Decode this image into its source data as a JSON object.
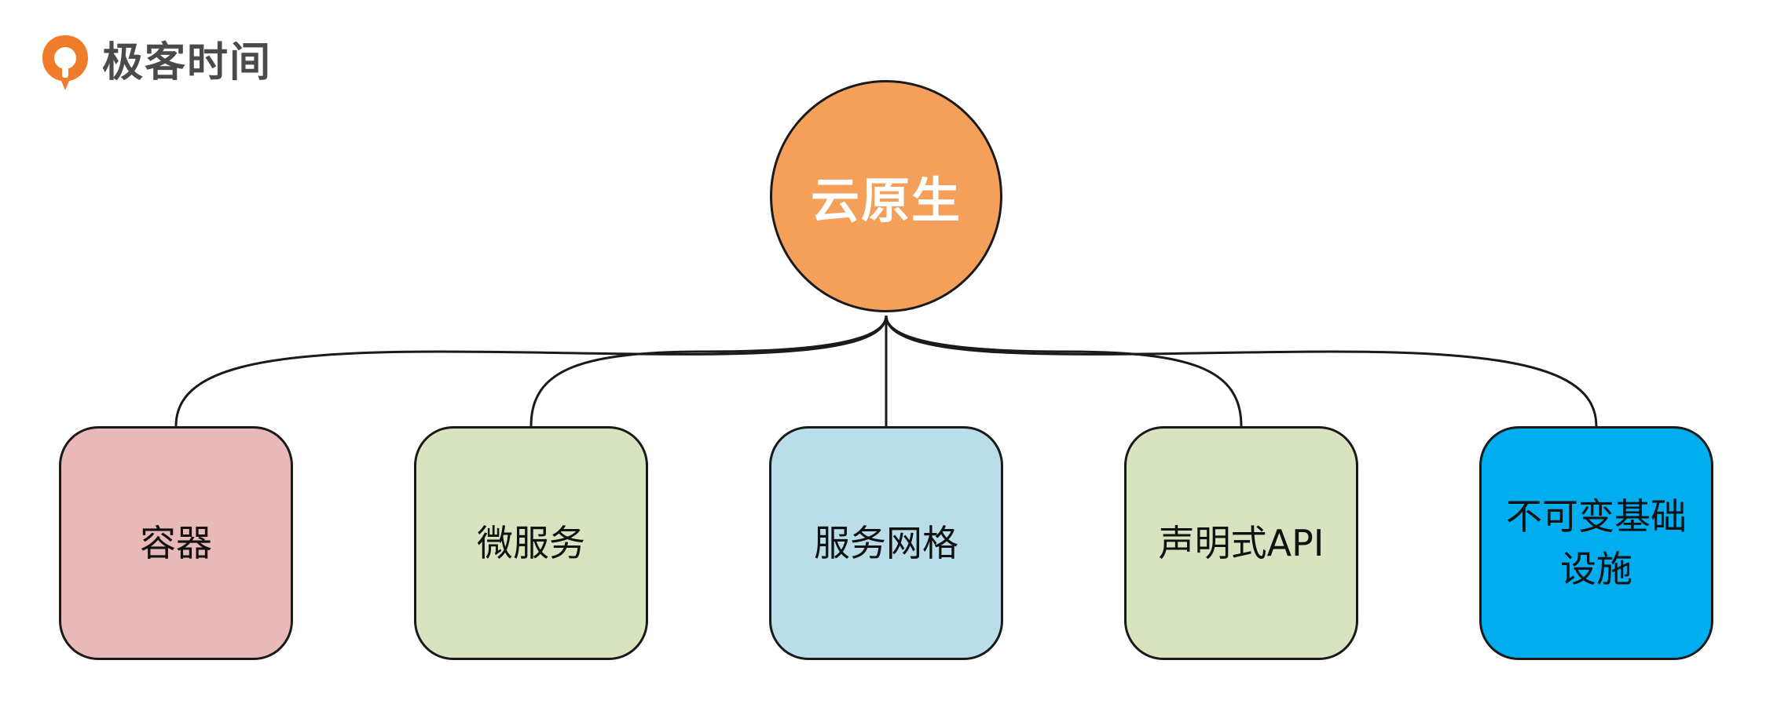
{
  "brand": {
    "name": "极客时间",
    "logo_icon": "geektime-logo-icon",
    "logo_color": "#f07b2a"
  },
  "root": {
    "label": "云原生",
    "fill": "#f5a05a"
  },
  "children": [
    {
      "label": "容器",
      "fill": "#e8b9b8"
    },
    {
      "label": "微服务",
      "fill": "#d8e4c0"
    },
    {
      "label": "服务网格",
      "fill": "#b9dee9"
    },
    {
      "label": "声明式API",
      "fill": "#d8e4c0"
    },
    {
      "label": "不可变基础\n设施",
      "fill": "#00aef0"
    }
  ]
}
